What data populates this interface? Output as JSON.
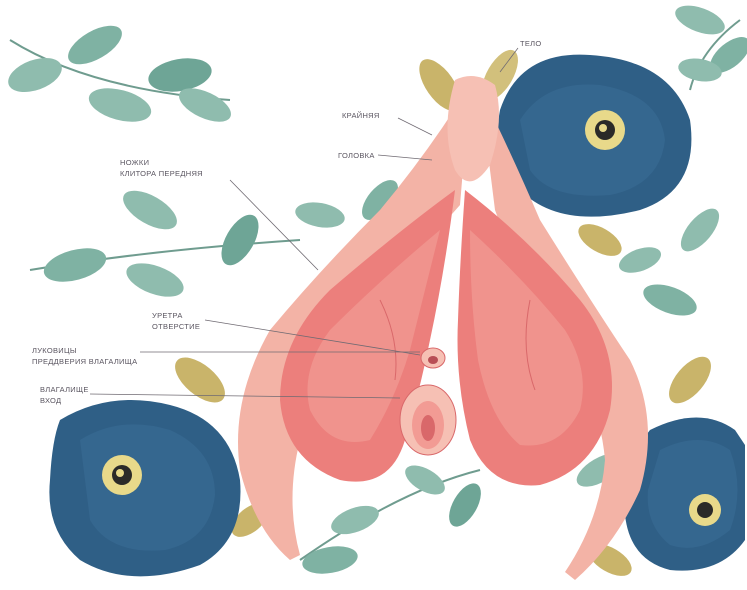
{
  "illustration": {
    "labels": {
      "top": "ТЕЛО",
      "hood": "КРАЙНЯЯ",
      "glans": "ГОЛОВКА",
      "crus_line1": "НОЖКИ",
      "crus_line2": "КЛИТОРА   ПЕРЕДНЯЯ",
      "urethra_line1": "УРЕТРА",
      "urethra_line2": "ОТВЕРСТИЕ",
      "bulb_line1": "ЛУКОВИЦЫ",
      "bulb_line2": "ПРЕДДВЕРИЯ   ВЛАГАЛИЩА",
      "vagina_line1": "ВЛАГАЛИЩЕ",
      "vagina_line2": "ВХОД"
    },
    "colors": {
      "background": "#ffffff",
      "leaf": "#8fbcae",
      "leaf_dark": "#5f9a8d",
      "leaf_gold": "#c9b46a",
      "flower": "#2f5f86",
      "flower_dark": "#1f4466",
      "flower_center": "#e8d98a",
      "body_outer": "#f3b3a6",
      "bulb": "#ec7f7c",
      "bulb_light": "#f29b94"
    }
  }
}
